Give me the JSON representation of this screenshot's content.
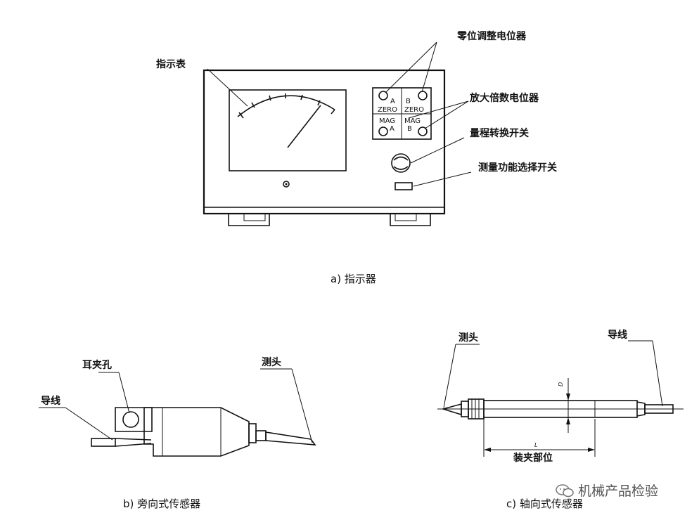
{
  "figure_a": {
    "caption": "a) 指示器",
    "labels": {
      "indicator_meter": "指示表",
      "zero_pot": "零位调整电位器",
      "mag_pot": "放大倍数电位器",
      "range_switch": "量程转换开关",
      "function_switch": "测量功能选择开关"
    },
    "panel": {
      "cell_a_top": "A",
      "cell_a_zero": "ZERO",
      "cell_b_top": "B",
      "cell_b_zero": "ZERO",
      "cell_mag_a": "MAG",
      "cell_a_bottom": "A",
      "cell_mag_b": "MAG",
      "cell_b_bottom": "B"
    }
  },
  "figure_b": {
    "caption": "b) 旁向式传感器",
    "labels": {
      "ear_hole": "耳夹孔",
      "lead_wire": "导线",
      "probe": "测头"
    }
  },
  "figure_c": {
    "caption": "c) 轴向式传感器",
    "labels": {
      "probe": "测头",
      "lead_wire": "导线",
      "clamp_part": "装夹部位",
      "length_symbol": "L",
      "diameter_symbol": "D"
    }
  },
  "watermark": "机械产品检验"
}
